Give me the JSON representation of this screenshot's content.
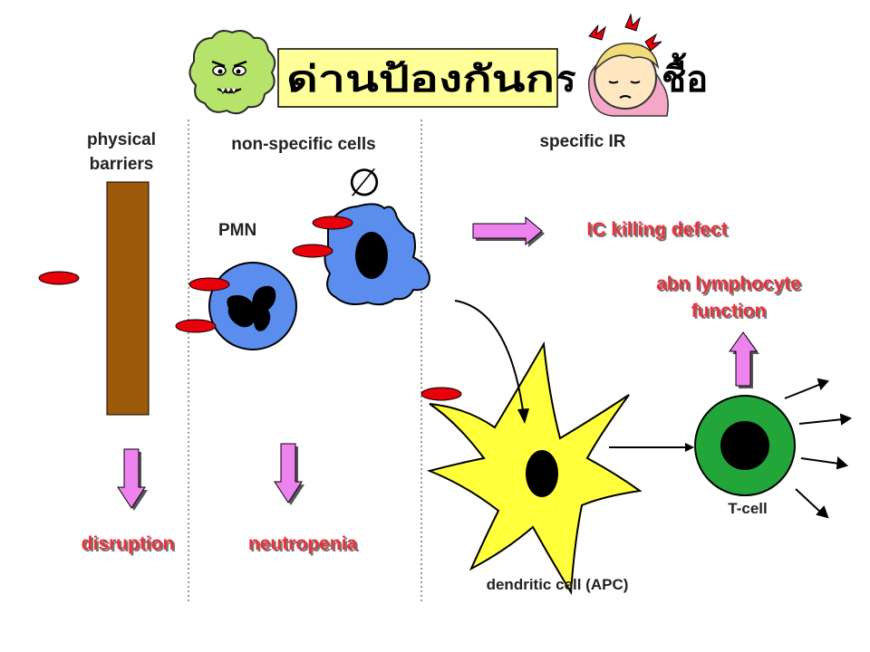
{
  "title": "ด่านป้องกันการติดเชื้อ",
  "title_tail_1": "ร",
  "title_tail_2": "ชื้อ",
  "columns": {
    "physical_line1": "physical",
    "physical_line2": "barriers",
    "nonspecific": "non-specific cells",
    "specific": "specific IR"
  },
  "labels": {
    "pmn": "PMN",
    "null_symbol": "∅",
    "ic_killing": "IC killing defect",
    "abn_line1": "abn lymphocyte",
    "abn_line2": "function",
    "tcell": "T-cell",
    "dendritic": "dendritic cell (APC)",
    "disruption": "disruption",
    "neutropenia": "neutropenia"
  },
  "colors": {
    "red_label": "#e8323c",
    "arrow_pink": "#ee82ee",
    "barrier_brown": "#9c5a0a",
    "cell_blue": "#5b8def",
    "dendritic_yellow": "#ffff3c",
    "tcell_green": "#22a63a",
    "microbe_red": "#e8000a",
    "germ_green": "#b6e36a",
    "title_box": "#ffff99"
  }
}
